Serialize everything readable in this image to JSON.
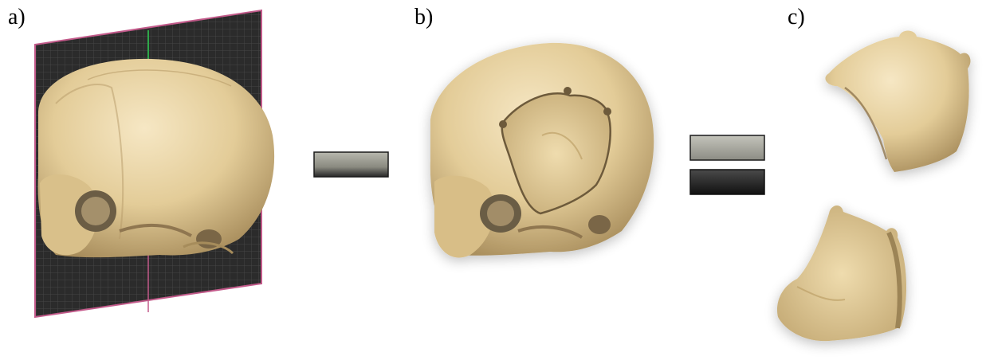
{
  "panels": {
    "a": {
      "label": "a)"
    },
    "b": {
      "label": "b)"
    },
    "c": {
      "label": "c)"
    }
  },
  "operators": {
    "first": "minus",
    "second": "equals"
  },
  "colors": {
    "bone": "#e8d3a4",
    "bone_shadow": "#9c8456",
    "plane": "#2b2b2b",
    "plane_grid": "#4a4a4a",
    "plane_border": "#c25a8a",
    "axis_green": "#2fa84a",
    "operator_gray": "#9a9a90",
    "operator_dark": "#1b1b1b"
  },
  "icons": {
    "skull_full": "skull-with-cutting-plane",
    "skull_cut": "skull-with-bone-flap-removed",
    "flap_outer": "bone-flap-outer-view",
    "flap_inner": "bone-flap-inner-view"
  }
}
